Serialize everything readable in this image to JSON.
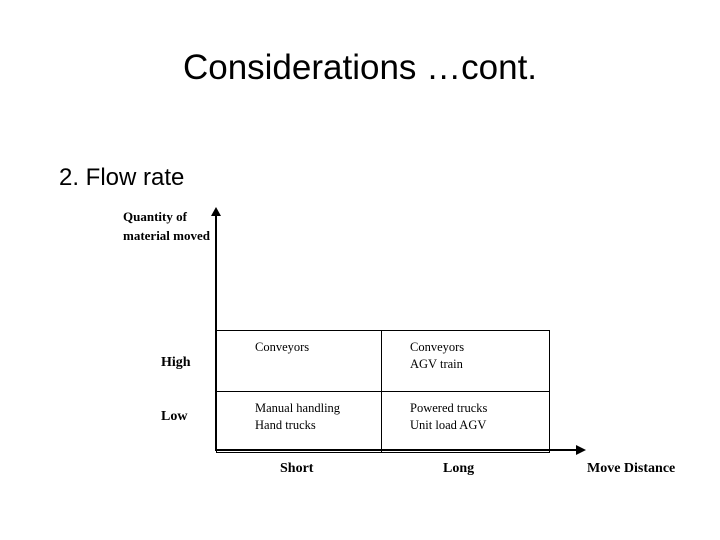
{
  "slide": {
    "title": "Considerations …cont.",
    "subtitle": "2. Flow rate",
    "background_color": "#ffffff",
    "text_color": "#000000"
  },
  "chart_data": {
    "type": "table",
    "title": "2. Flow rate",
    "ylabel": "Quantity of material moved",
    "xlabel": "Move Distance",
    "y_categories": [
      "High",
      "Low"
    ],
    "x_categories": [
      "Short",
      "Long"
    ],
    "grid": true,
    "legend": "none",
    "cells": [
      {
        "row": "High",
        "column": "Short",
        "text": "Conveyors"
      },
      {
        "row": "High",
        "column": "Long",
        "text": "Conveyors\nAGV train"
      },
      {
        "row": "Low",
        "column": "Short",
        "text": "Manual handling\nHand trucks"
      },
      {
        "row": "Low",
        "column": "Long",
        "text": "Powered trucks\nUnit load AGV"
      }
    ]
  },
  "axes": {
    "y_label": "Quantity of\nmaterial\nmoved",
    "x_title": "Move Distance",
    "x_tick_short": "Short",
    "x_tick_long": "Long",
    "y_tick_high": "High",
    "y_tick_low": "Low",
    "line_color": "#000000"
  },
  "matrix": {
    "high_short": "Conveyors",
    "high_long": "Conveyors\nAGV train",
    "low_short": "Manual handling\nHand trucks",
    "low_long": "Powered trucks\nUnit load AGV"
  }
}
